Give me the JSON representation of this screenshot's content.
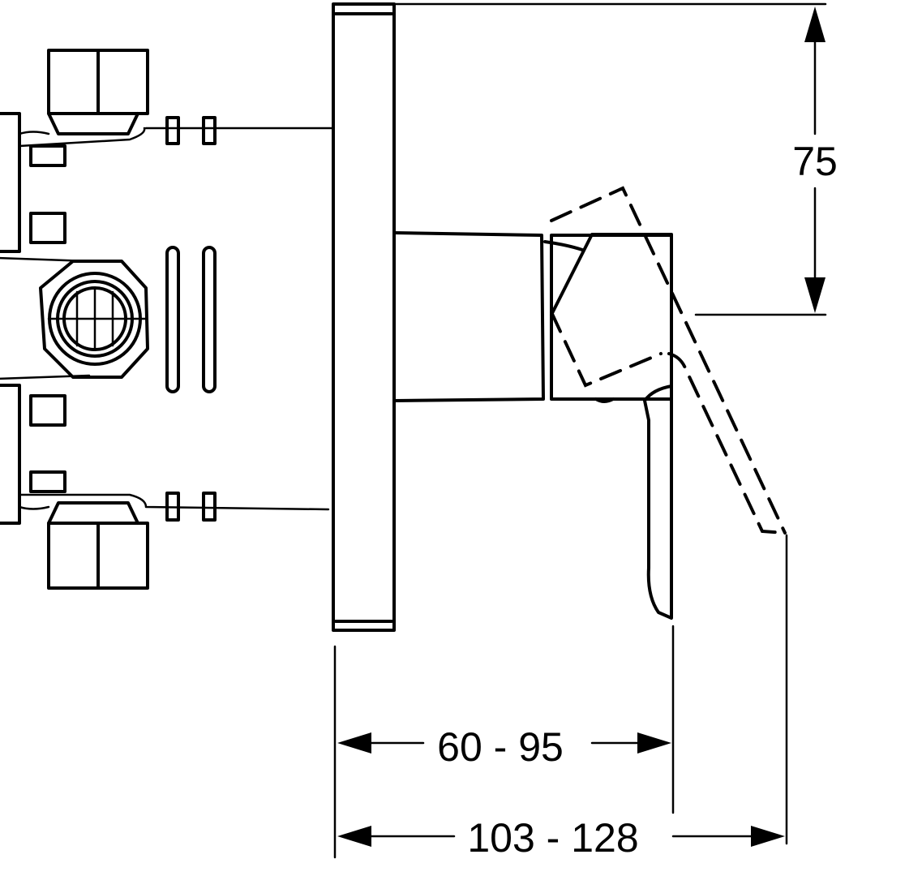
{
  "dimensions": {
    "height_label": "75",
    "depth_small_label": "60 - 95",
    "depth_large_label": "103 - 128"
  },
  "colors": {
    "line": "#000000",
    "background": "#ffffff"
  }
}
